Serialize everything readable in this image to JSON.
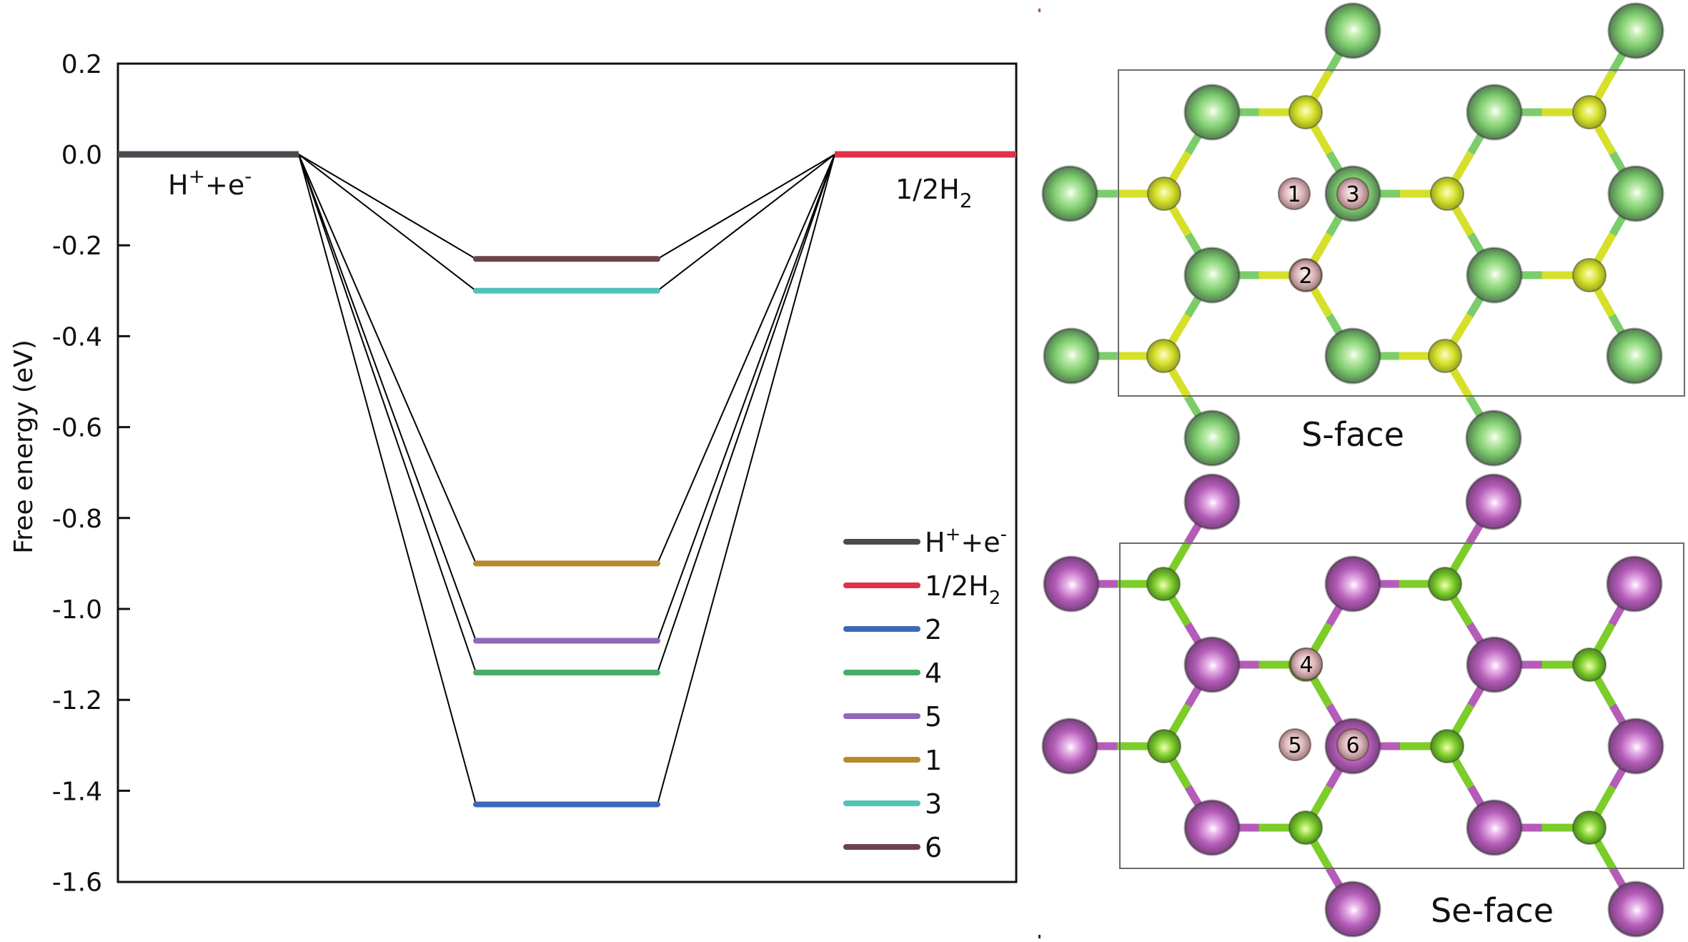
{
  "chart_data": {
    "type": "energy-level-diagram",
    "ylabel": "Free energy (eV)",
    "ylim": [
      -1.6,
      0.2
    ],
    "yticks": [
      "0.2",
      "0.0",
      "-0.2",
      "-0.4",
      "-0.6",
      "-0.8",
      "-1.0",
      "-1.2",
      "-1.4",
      "-1.6"
    ],
    "ytick_values": [
      0.2,
      0.0,
      -0.2,
      -0.4,
      -0.6,
      -0.8,
      -1.0,
      -1.2,
      -1.4,
      -1.6
    ],
    "grid": false,
    "legend_position": "bottom-right",
    "initial_state": {
      "name": "H+ + e-",
      "label_main": "H",
      "label_sup1": "+",
      "label_mid": "+e",
      "label_sup2": "-",
      "value": 0.0,
      "color": "#4a4b50"
    },
    "final_state": {
      "name": "1/2H2",
      "label_main": "1/2H",
      "label_sub": "2",
      "value": 0.0,
      "color": "#e0304a"
    },
    "intermediates": [
      {
        "site": "6",
        "value": -0.23,
        "color": "#6c434b"
      },
      {
        "site": "3",
        "value": -0.3,
        "color": "#4fc3b6"
      },
      {
        "site": "1",
        "value": -0.9,
        "color": "#b8892a"
      },
      {
        "site": "5",
        "value": -1.07,
        "color": "#8f68b8"
      },
      {
        "site": "4",
        "value": -1.14,
        "color": "#48ab68"
      },
      {
        "site": "2",
        "value": -1.43,
        "color": "#3d68b8"
      }
    ],
    "legend": [
      {
        "label": "H",
        "sup": "+",
        "rest": "+e",
        "sup2": "-",
        "sub": "",
        "color": "#4a4b50"
      },
      {
        "label": "1/2H",
        "sup": "",
        "rest": "",
        "sup2": "",
        "sub": "2",
        "color": "#e0304a"
      },
      {
        "label": "2",
        "sup": "",
        "rest": "",
        "sup2": "",
        "sub": "",
        "color": "#3d68b8"
      },
      {
        "label": "4",
        "sup": "",
        "rest": "",
        "sup2": "",
        "sub": "",
        "color": "#48ab68"
      },
      {
        "label": "5",
        "sup": "",
        "rest": "",
        "sup2": "",
        "sub": "",
        "color": "#8f68b8"
      },
      {
        "label": "1",
        "sup": "",
        "rest": "",
        "sup2": "",
        "sub": "",
        "color": "#b8892a"
      },
      {
        "label": "3",
        "sup": "",
        "rest": "",
        "sup2": "",
        "sub": "",
        "color": "#4fc3b6"
      },
      {
        "label": "6",
        "sup": "",
        "rest": "",
        "sup2": "",
        "sub": "",
        "color": "#6c434b"
      }
    ]
  },
  "structures": {
    "s_face": {
      "label": "S-face",
      "large_atom_color": "#7ccc6c",
      "small_atom_color": "#d6e02a",
      "sites": [
        "1",
        "2",
        "3"
      ]
    },
    "se_face": {
      "label": "Se-face",
      "large_atom_color": "#b45cb8",
      "small_atom_color": "#7ccc2a",
      "sites": [
        "4",
        "5",
        "6"
      ]
    },
    "hydrogen_color": "#d9b4b8"
  }
}
